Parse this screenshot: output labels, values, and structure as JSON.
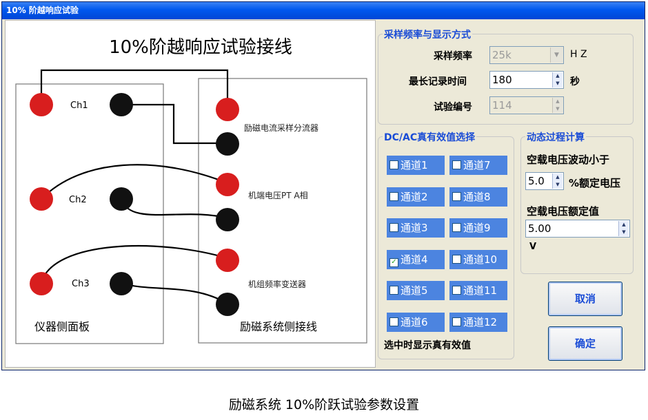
{
  "window": {
    "title": "10% 阶越响应试验"
  },
  "diagram": {
    "title": "10%阶越响应试验接线",
    "left_panel_label": "仪器侧面板",
    "right_panel_label": "励磁系统侧接线",
    "channels": [
      "Ch1",
      "Ch2",
      "Ch3"
    ],
    "right_labels": [
      "励磁电流采样分流器",
      "机端电压PT A相",
      "机组频率变送器"
    ],
    "colors": {
      "red": "#d81e1e",
      "black": "#111111"
    }
  },
  "sampling": {
    "title": "采样频率与显示方式",
    "freq_label": "采样频率",
    "freq_value": "25k",
    "freq_unit": "H Z",
    "maxtime_label": "最长记录时间",
    "maxtime_value": "180",
    "maxtime_unit": "秒",
    "testno_label": "试验编号",
    "testno_value": "114"
  },
  "dcac": {
    "title": "DC/AC真有效值选择",
    "channels": [
      {
        "label": "通道1",
        "checked": false
      },
      {
        "label": "通道2",
        "checked": false
      },
      {
        "label": "通道3",
        "checked": false
      },
      {
        "label": "通道4",
        "checked": true
      },
      {
        "label": "通道5",
        "checked": false
      },
      {
        "label": "通道6",
        "checked": false
      },
      {
        "label": "通道7",
        "checked": false
      },
      {
        "label": "通道8",
        "checked": false
      },
      {
        "label": "通道9",
        "checked": false
      },
      {
        "label": "通道10",
        "checked": false
      },
      {
        "label": "通道11",
        "checked": false
      },
      {
        "label": "通道12",
        "checked": false
      }
    ],
    "note": "选中时显示真有效值"
  },
  "dynamic": {
    "title": "动态过程计算",
    "fluct_label": "空载电压波动小于",
    "fluct_value": "5.0",
    "fluct_unit": "%额定电压",
    "rated_label": "空载电压额定值",
    "rated_value": "5.00",
    "rated_unit": "V"
  },
  "buttons": {
    "cancel": "取消",
    "ok": "确定"
  },
  "caption": "励磁系统 10%阶跃试验参数设置"
}
